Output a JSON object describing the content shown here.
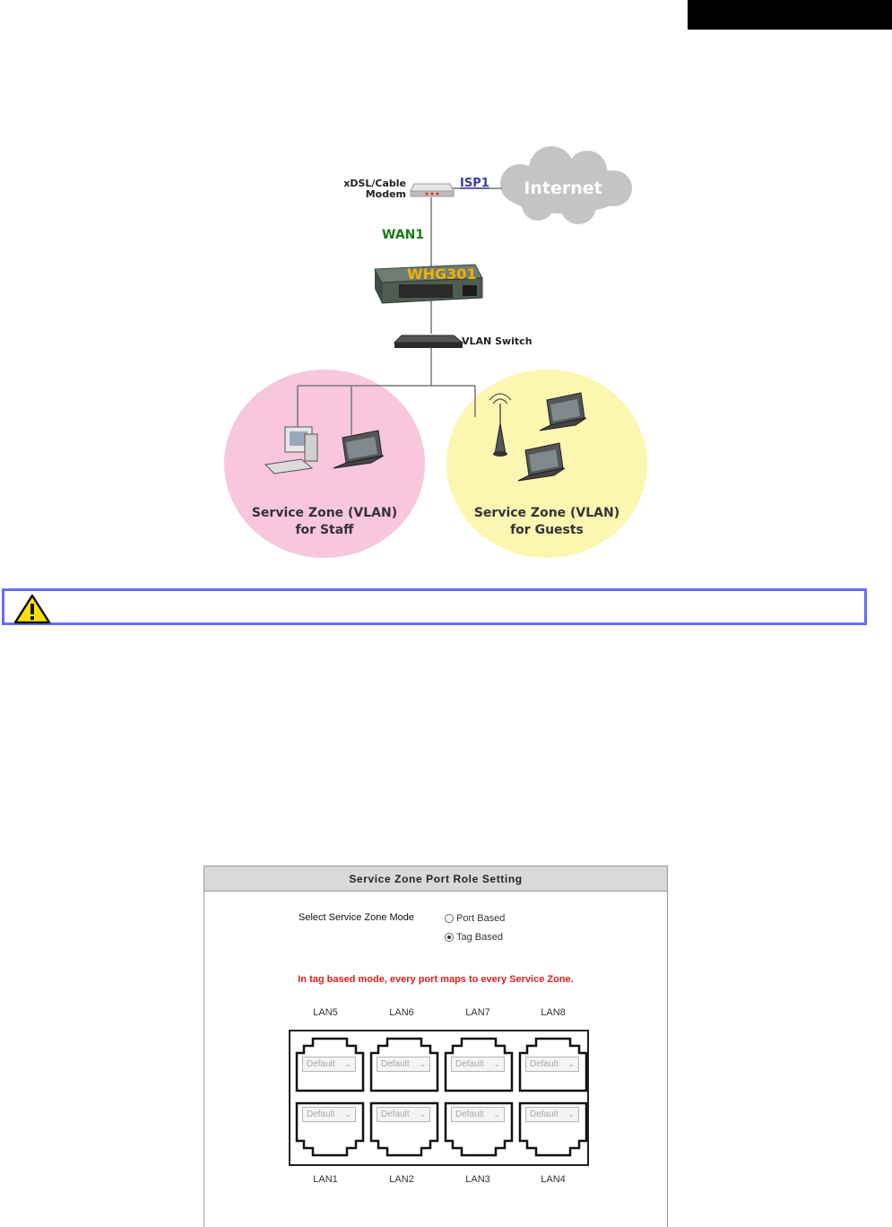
{
  "diagram": {
    "modem_label_line1": "xDSL/Cable",
    "modem_label_line2": "Modem",
    "isp_label": "ISP1",
    "internet_label": "Internet",
    "wan_label": "WAN1",
    "gateway_label": "WHG301",
    "switch_label": "VLAN Switch",
    "staff_zone_line1": "Service Zone (VLAN)",
    "staff_zone_line2": "for Staff",
    "guest_zone_line1": "Service Zone (VLAN)",
    "guest_zone_line2": "for Guests",
    "colors": {
      "staff_zone": "#f8c6dd",
      "guest_zone": "#fbf6b0",
      "cloud": "#c4c4c4",
      "isp": "#3a3ab0",
      "wan": "#1a7a1a",
      "gateway_text": "#f2b200"
    }
  },
  "warning": {
    "icon": "warning-triangle-icon"
  },
  "panel": {
    "title": "Service Zone Port Role Setting",
    "mode_label": "Select Service Zone Mode",
    "mode_options": [
      {
        "label": "Port Based",
        "selected": false
      },
      {
        "label": "Tag Based",
        "selected": true
      }
    ],
    "note": "In tag based mode, every port maps to every Service Zone.",
    "top_ports": [
      "LAN5",
      "LAN6",
      "LAN7",
      "LAN8"
    ],
    "bottom_ports": [
      "LAN1",
      "LAN2",
      "LAN3",
      "LAN4"
    ],
    "port_value": "Default"
  }
}
